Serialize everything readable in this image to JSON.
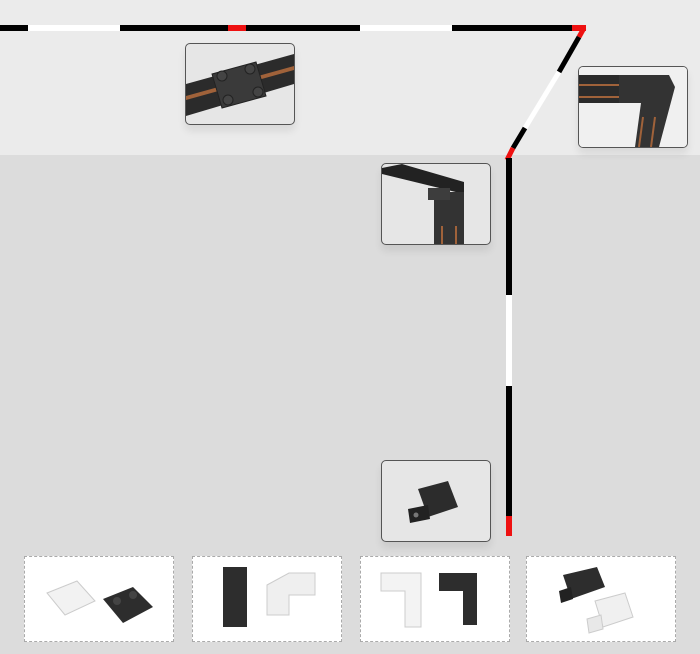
{
  "colors": {
    "background_top": "#ebebeb",
    "background_bottom": "#dcdcdc",
    "track_black": "#000000",
    "track_white": "#ffffff",
    "connector_red": "#ee1111"
  },
  "insets": [
    {
      "icon": "straight-connector-detail"
    },
    {
      "icon": "corner-connector-detail"
    },
    {
      "icon": "l-connector-detail"
    },
    {
      "icon": "end-cap-detail"
    }
  ],
  "thumbnails": [
    {
      "icon": "straight-connector-pair"
    },
    {
      "icon": "angle-connector-pair"
    },
    {
      "icon": "l-connector-pair"
    },
    {
      "icon": "end-cap-pair"
    }
  ]
}
